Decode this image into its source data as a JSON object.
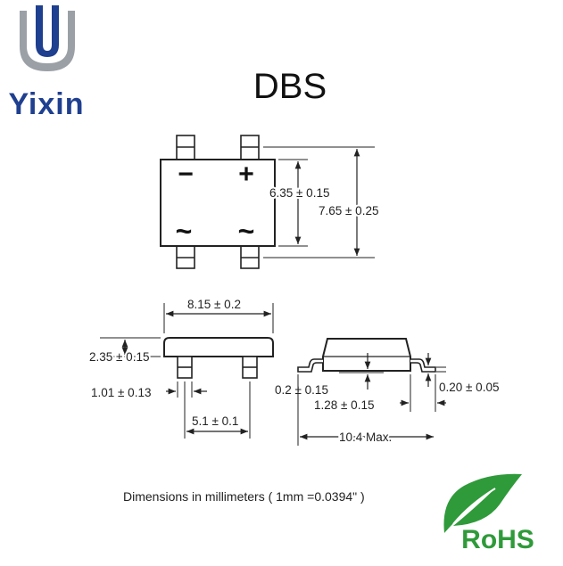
{
  "brand": {
    "name": "Yixin",
    "colors": {
      "blue": "#1f3f8f",
      "gray": "#9aa0a6",
      "green": "#2f9a3a",
      "text": "#222222"
    }
  },
  "title": "DBS",
  "top_view": {
    "pin_minus": "−",
    "pin_plus": "+",
    "pin_ac_left": "~",
    "pin_ac_right": "~",
    "dim_body": "6.35 ± 0.15",
    "dim_overall": "7.65 ± 0.25"
  },
  "front_view": {
    "dim_width": "8.15 ± 0.2",
    "dim_height": "2.35 ± 0.15",
    "dim_lead": "1.01 ± 0.13",
    "dim_pitch": "5.1 ± 0.1"
  },
  "side_view": {
    "dim_standoff": "0.2 ± 0.15",
    "dim_lead_thickness": "0.20 ± 0.05",
    "dim_foot": "1.28 ± 0.15",
    "dim_span": "10.4 Max."
  },
  "footer_note": "Dimensions in millimeters ( 1mm =0.0394\" )",
  "rohs_logo": "RoHS"
}
